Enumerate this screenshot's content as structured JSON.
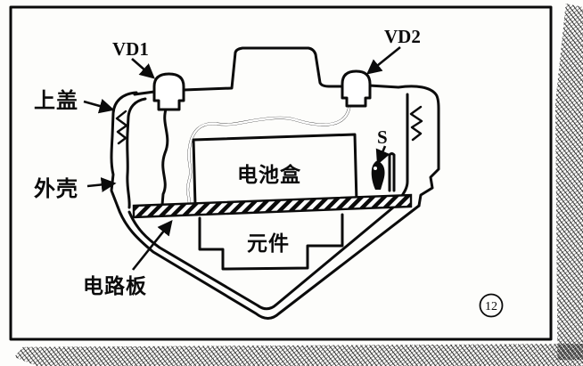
{
  "figure": {
    "type": "device cross-section diagram",
    "caption_number": "12",
    "ink_color": "#0b0b0b",
    "paper_color": "#fdfdfb",
    "labels": {
      "vd1": "VD1",
      "vd2": "VD2",
      "top_cover": "上盖",
      "outer_shell": "外壳",
      "battery_box": "电池盒",
      "switch": "S",
      "components": "元件",
      "circuit_board": "电路板"
    }
  }
}
